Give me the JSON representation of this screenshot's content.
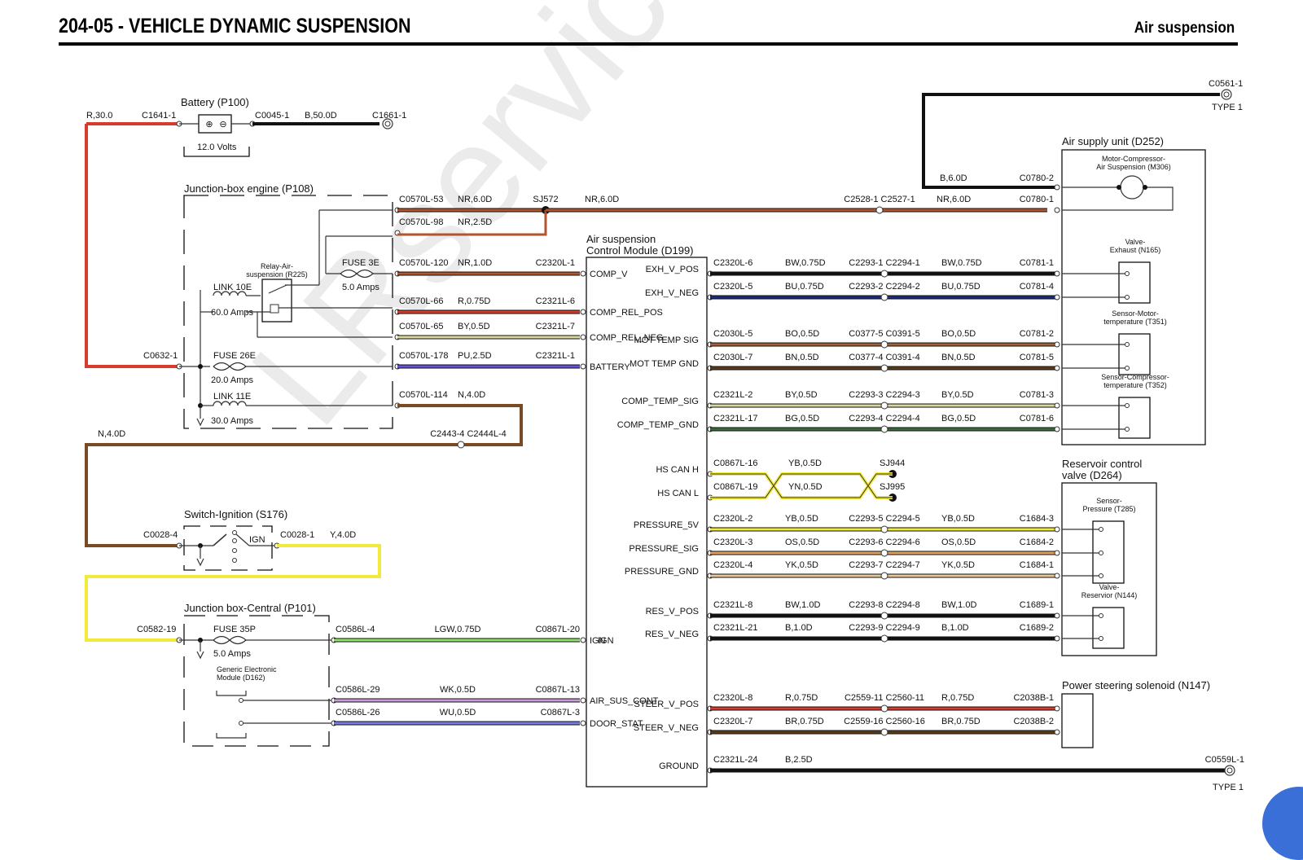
{
  "header": {
    "title": "204-05 - VEHICLE DYNAMIC SUSPENSION",
    "subtitle": "Air suspension"
  },
  "watermark": "LRservice.ru",
  "colors": {
    "red": "#d63b2b",
    "brown": "#7a4a22",
    "orange_brown": "#b0552e",
    "yellow": "#f2ea3a",
    "black": "#111111",
    "blue": "#1a2a80",
    "purple": "#6a4fd8",
    "green": "#8fe36a",
    "pink": "#c79ad8",
    "wu": "#7a7ae0",
    "bo": "#a0603a",
    "bn": "#5a3a1a",
    "by": "#d8d8a0",
    "bg": "#3a6a3a",
    "os": "#e0a060",
    "yk": "#e8c89a"
  },
  "components": {
    "battery": {
      "title": "Battery (P100)",
      "voltage": "12.0 Volts"
    },
    "jb_engine": "Junction-box engine (P108)",
    "relay": "Relay-Air-suspension (R225)",
    "switch_ign": "Switch-Ignition (S176)",
    "jb_central": "Junction box-Central (P101)",
    "gem": "Generic Electronic Module (D162)",
    "module": "Air suspension Control Module (D199)",
    "air_supply": "Air supply unit (D252)",
    "motor": "Motor-Compressor-Air Suspension (M306)",
    "valve_exhaust": "Valve-Exhaust (N165)",
    "sensor_motor": "Sensor-Motor-temperature (T351)",
    "sensor_comp": "Sensor-Compressor-temperature (T352)",
    "reservoir": "Reservoir control valve (D264)",
    "sensor_pressure": "Sensor-Pressure (T285)",
    "valve_reservoir": "Valve-Reservior (N144)",
    "steering": "Power steering solenoid (N147)"
  },
  "fuses": [
    {
      "name": "FUSE 3E",
      "amps": "5.0 Amps"
    },
    {
      "name": "LINK 10E",
      "amps": "60.0 Amps"
    },
    {
      "name": "FUSE 26E",
      "amps": "20.0 Amps"
    },
    {
      "name": "LINK 11E",
      "amps": "30.0 Amps"
    },
    {
      "name": "FUSE 35P",
      "amps": "5.0 Amps"
    }
  ],
  "misc": {
    "ign": "IGN",
    "ign_module": "IGN",
    "type1": "TYPE 1",
    "sj572": "SJ572",
    "sj944": "SJ944",
    "sj995": "SJ995"
  },
  "left_wires": {
    "bat_r": "R,30.0",
    "bat_c1": "C1641-1",
    "bat_c2": "C0045-1",
    "bat_b": "B,50.0D",
    "bat_c3": "C1661-1",
    "c0632": "C0632-1",
    "n40": "N,4.0D",
    "c2443": "C2443-4 C2444L-4",
    "c0028_4": "C0028-4",
    "c0028_1": "C0028-1",
    "y40": "Y,4.0D",
    "c0582": "C0582-19"
  },
  "engine_wires": [
    {
      "c1": "C0570L-53",
      "w": "NR,6.0D",
      "c2": ""
    },
    {
      "c1": "C0570L-98",
      "w": "NR,2.5D",
      "c2": ""
    },
    {
      "c1": "C0570L-120",
      "w": "NR,1.0D",
      "c2": "C2320L-1"
    },
    {
      "c1": "C0570L-66",
      "w": "R,0.75D",
      "c2": "C2321L-6"
    },
    {
      "c1": "C0570L-65",
      "w": "BY,0.5D",
      "c2": "C2321L-7"
    },
    {
      "c1": "C0570L-178",
      "w": "PU,2.5D",
      "c2": "C2321L-1"
    },
    {
      "c1": "C0570L-114",
      "w": "N,4.0D",
      "c2": ""
    }
  ],
  "nr6_right": "NR,6.0D",
  "central_wires": [
    {
      "c1": "C0586L-4",
      "w": "LGW,0.75D",
      "c2": "C0867L-20"
    },
    {
      "c1": "C0586L-29",
      "w": "WK,0.5D",
      "c2": "C0867L-13"
    },
    {
      "c1": "C0586L-26",
      "w": "WU,0.5D",
      "c2": "C0867L-3"
    }
  ],
  "module_pins_left": [
    "COMP_V",
    "COMP_REL_POS",
    "COMP_REL_NEG",
    "BATTERY",
    "IGN",
    "AIR_SUS_CONT",
    "DOOR_STAT"
  ],
  "module_pins_right": [
    "EXH_V_POS",
    "EXH_V_NEG",
    "MOT TEMP SIG",
    "MOT TEMP GND",
    "COMP_TEMP_SIG",
    "COMP_TEMP_GND",
    "HS CAN H",
    "HS CAN L",
    "PRESSURE_5V",
    "PRESSURE_SIG",
    "PRESSURE_GND",
    "RES_V_POS",
    "RES_V_NEG",
    "STEER_V_POS",
    "STEER_V_NEG",
    "GROUND"
  ],
  "top_wire": {
    "b": "B,6.0D",
    "c1": "C0780-2",
    "c2": "C0780-1",
    "c3": "C0561-1",
    "mid": "C2528-1 C2527-1"
  },
  "right_wires": [
    {
      "c1": "C2320L-6",
      "w1": "BW,0.75D",
      "mid": "C2293-1 C2294-1",
      "w2": "BW,0.75D",
      "c2": "C0781-1"
    },
    {
      "c1": "C2320L-5",
      "w1": "BU,0.75D",
      "mid": "C2293-2 C2294-2",
      "w2": "BU,0.75D",
      "c2": "C0781-4"
    },
    {
      "c1": "C2030L-5",
      "w1": "BO,0.5D",
      "mid": "C0377-5 C0391-5",
      "w2": "BO,0.5D",
      "c2": "C0781-2"
    },
    {
      "c1": "C2030L-7",
      "w1": "BN,0.5D",
      "mid": "C0377-4 C0391-4",
      "w2": "BN,0.5D",
      "c2": "C0781-5"
    },
    {
      "c1": "C2321L-2",
      "w1": "BY,0.5D",
      "mid": "C2293-3 C2294-3",
      "w2": "BY,0.5D",
      "c2": "C0781-3"
    },
    {
      "c1": "C2321L-17",
      "w1": "BG,0.5D",
      "mid": "C2293-4 C2294-4",
      "w2": "BG,0.5D",
      "c2": "C0781-6"
    },
    {
      "c1": "C0867L-16",
      "w1": "YB,0.5D",
      "mid": "",
      "w2": "",
      "c2": ""
    },
    {
      "c1": "C0867L-19",
      "w1": "YN,0.5D",
      "mid": "",
      "w2": "",
      "c2": ""
    },
    {
      "c1": "C2320L-2",
      "w1": "YB,0.5D",
      "mid": "C2293-5 C2294-5",
      "w2": "YB,0.5D",
      "c2": "C1684-3"
    },
    {
      "c1": "C2320L-3",
      "w1": "OS,0.5D",
      "mid": "C2293-6 C2294-6",
      "w2": "OS,0.5D",
      "c2": "C1684-2"
    },
    {
      "c1": "C2320L-4",
      "w1": "YK,0.5D",
      "mid": "C2293-7 C2294-7",
      "w2": "YK,0.5D",
      "c2": "C1684-1"
    },
    {
      "c1": "C2321L-8",
      "w1": "BW,1.0D",
      "mid": "C2293-8 C2294-8",
      "w2": "BW,1.0D",
      "c2": "C1689-1"
    },
    {
      "c1": "C2321L-21",
      "w1": "B,1.0D",
      "mid": "C2293-9 C2294-9",
      "w2": "B,1.0D",
      "c2": "C1689-2"
    },
    {
      "c1": "C2320L-8",
      "w1": "R,0.75D",
      "mid": "C2559-11 C2560-11",
      "w2": "R,0.75D",
      "c2": "C2038B-1"
    },
    {
      "c1": "C2320L-7",
      "w1": "BR,0.75D",
      "mid": "C2559-16 C2560-16",
      "w2": "BR,0.75D",
      "c2": "C2038B-2"
    },
    {
      "c1": "C2321L-24",
      "w1": "B,2.5D",
      "mid": "",
      "w2": "",
      "c2": "C0559L-1"
    }
  ]
}
